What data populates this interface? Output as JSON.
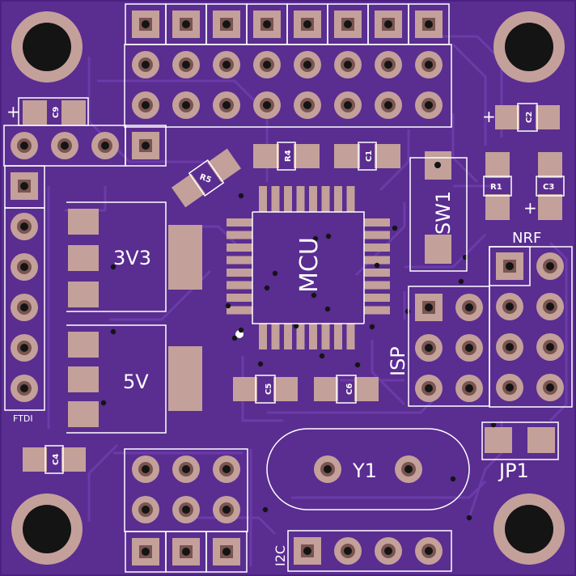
{
  "colors": {
    "board": "#5a2d91",
    "board_edge": "#4a2080",
    "trace": "#6b3ca8",
    "silk": "#ffffff",
    "pad": "#c4a09a",
    "pad_ring": "#7a5550",
    "hole": "#141414"
  },
  "labels": {
    "mcu": "MCU",
    "v33": "3V3",
    "v5": "5V",
    "y1": "Y1",
    "sw1": "SW1",
    "isp": "ISP",
    "nrf": "NRF",
    "jp1": "JP1",
    "ftdi": "FTDI",
    "i2c": "I2C",
    "c1": "C1",
    "c2": "C2",
    "c3": "C3",
    "c4": "C4",
    "c5": "C5",
    "c6": "C6",
    "c9": "C9",
    "r1": "R1",
    "r4": "R4",
    "r5": "R5",
    "plus": "+"
  }
}
